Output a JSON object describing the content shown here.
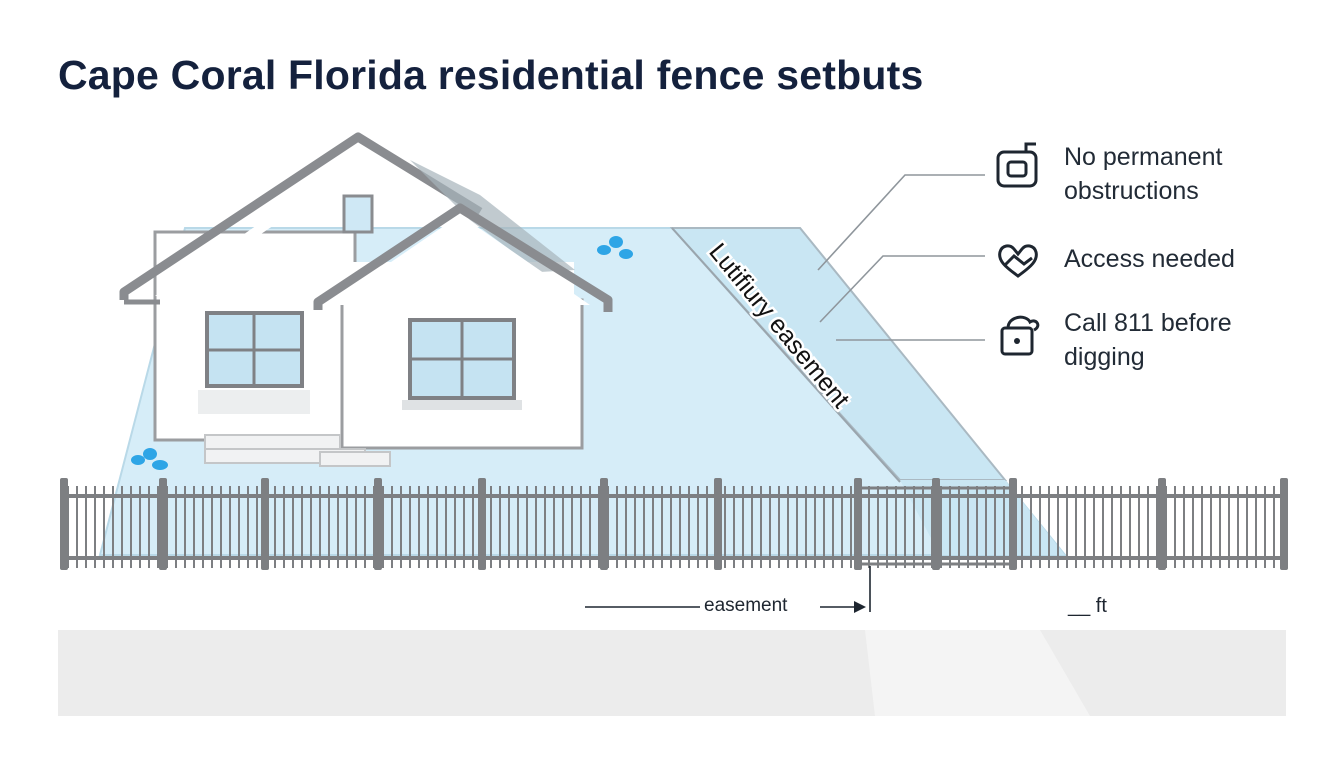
{
  "title": "Cape Coral Florida residential fence setbuts",
  "easement_label": "Lutifiury easement",
  "legend": [
    {
      "icon": "no-obstruction-icon",
      "text": "No permanent obstructions"
    },
    {
      "icon": "access-icon",
      "text": "Access needed"
    },
    {
      "icon": "call-811-icon",
      "text": "Call 811 before digging"
    }
  ],
  "dimensions": {
    "easement": "easement",
    "feet": "__ ft"
  },
  "colors": {
    "title": "#14213d",
    "lawn": "#d6edf8",
    "easement_strip": "#cce8f3",
    "fence": "#7d7f82",
    "house": "#ffffff",
    "roof": "#8a8c90",
    "water_accent": "#2ea5e6"
  }
}
